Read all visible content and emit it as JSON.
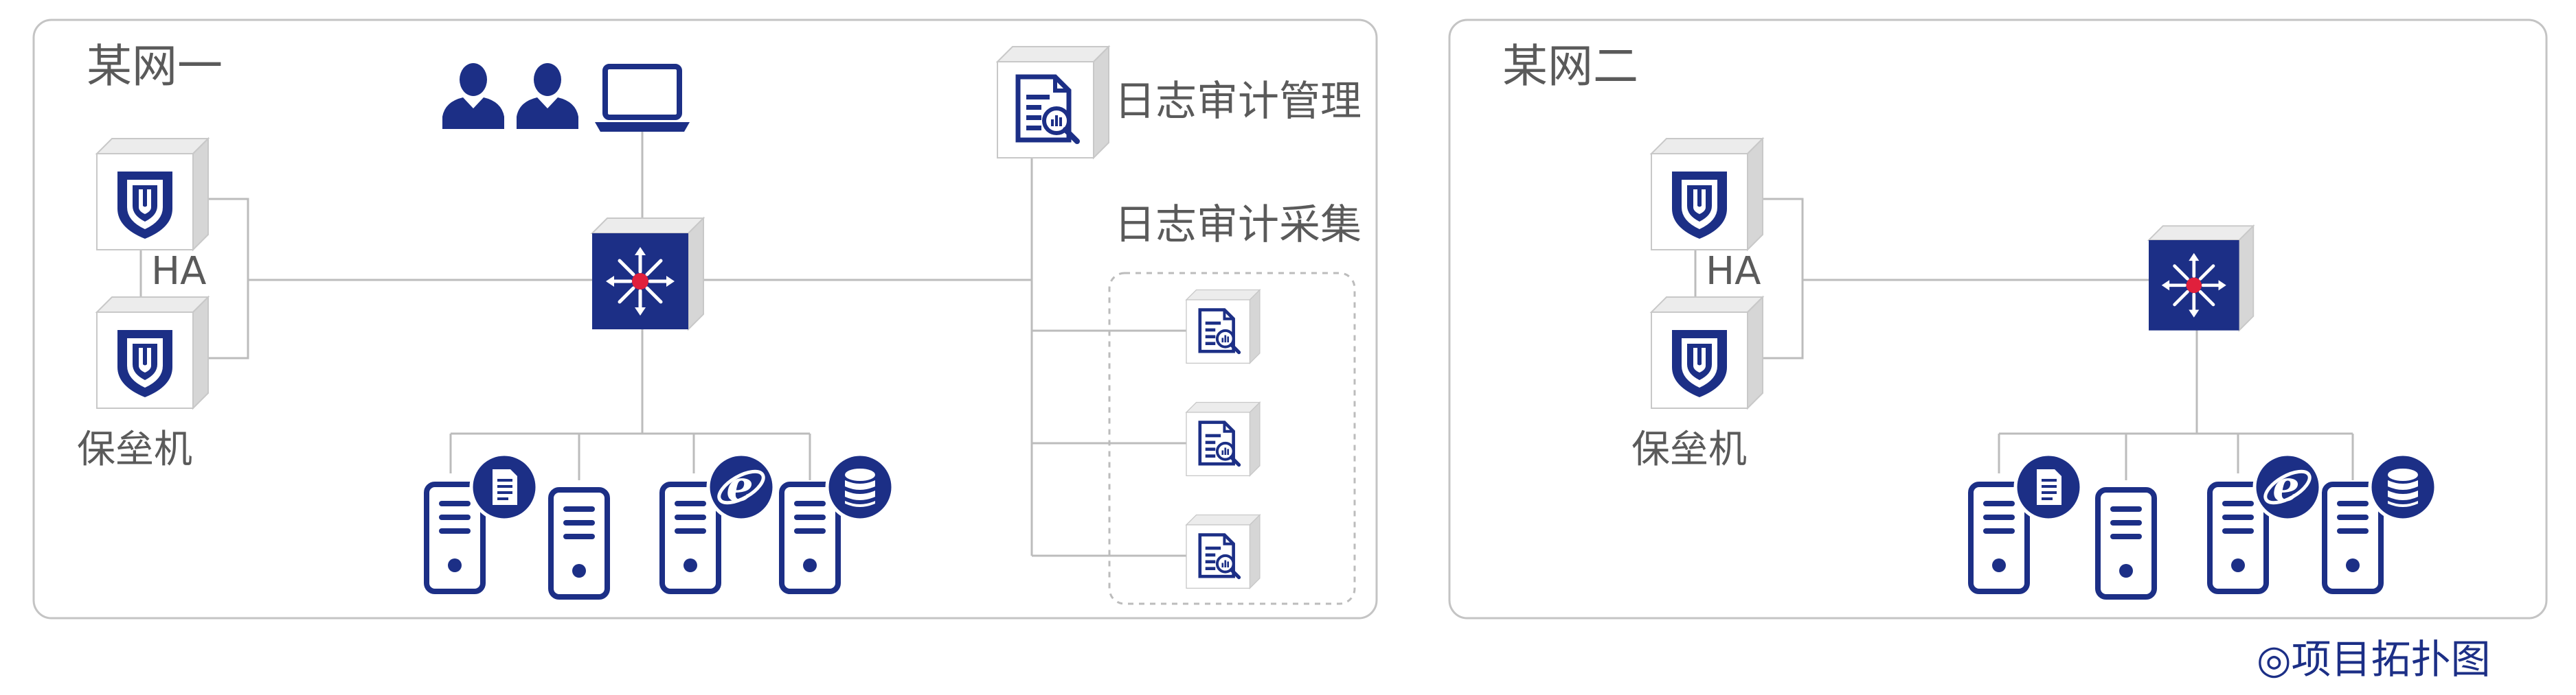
{
  "zones": {
    "net1": {
      "title": "某网一"
    },
    "net2": {
      "title": "某网二"
    }
  },
  "labels": {
    "ha": "HA",
    "bastion": "保垒机",
    "log_audit_mgmt": "日志审计管理",
    "log_audit_collect": "日志审计采集"
  },
  "caption": "◎项目拓扑图",
  "icons": {
    "zone1": [
      "shield-icon",
      "shield-icon",
      "user-icon",
      "user-icon",
      "laptop-icon",
      "core-switch-icon",
      "log-audit-icon",
      "log-audit-icon",
      "log-audit-icon",
      "log-audit-icon",
      "server-icon",
      "server-icon",
      "server-icon",
      "server-icon",
      "document-icon",
      "browser-icon",
      "database-icon"
    ],
    "zone2": [
      "shield-icon",
      "shield-icon",
      "core-switch-icon",
      "server-icon",
      "server-icon",
      "server-icon",
      "server-icon",
      "document-icon",
      "browser-icon",
      "database-icon"
    ]
  },
  "colors": {
    "navy": "#1c2f86",
    "line": "#bcbcbc",
    "text": "#5a5a5a",
    "switch_dot": "#e0203c",
    "box_front": "#ffffff",
    "box_side": "#d8d8d8",
    "box_top": "#ededed"
  }
}
